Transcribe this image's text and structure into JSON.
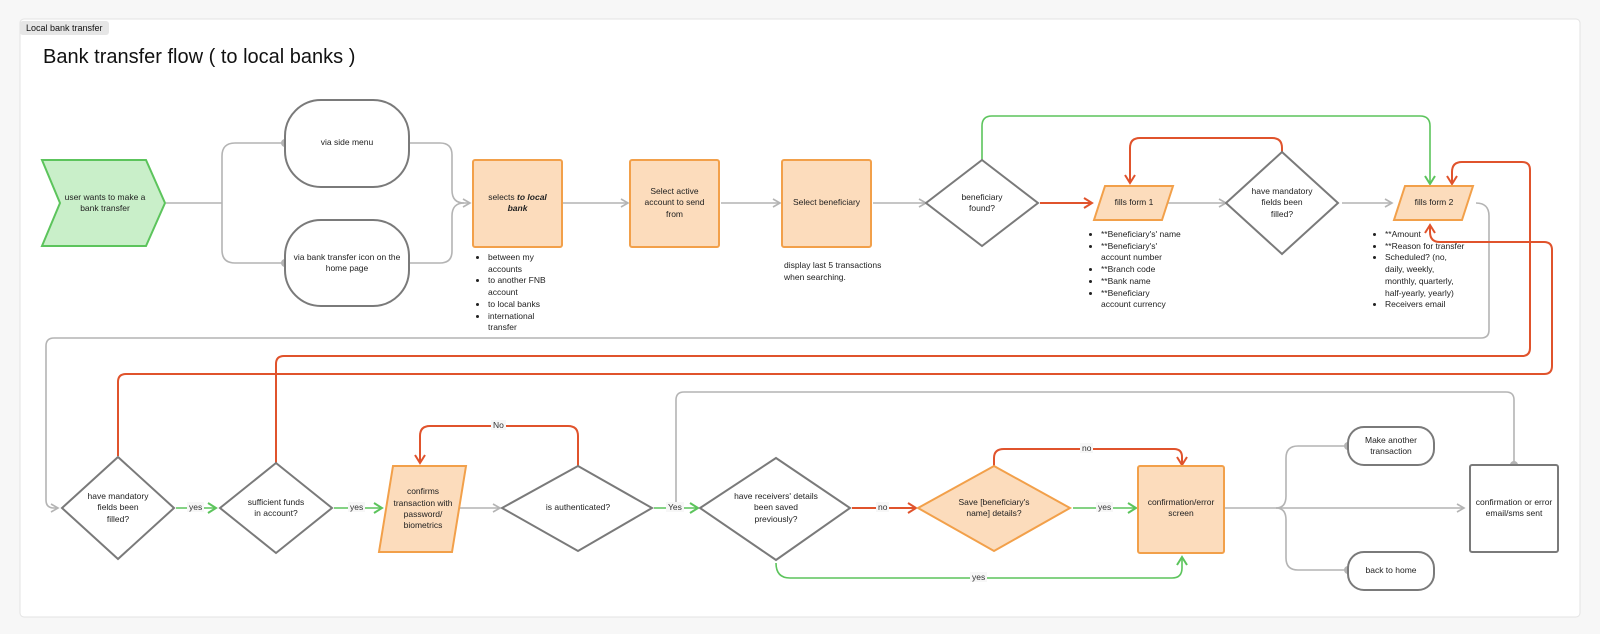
{
  "frame": {
    "tag": "Local bank transfer",
    "title": "Bank transfer flow ( to local banks )"
  },
  "colors": {
    "start_fill": "#c9efc9",
    "start_stroke": "#5cc45c",
    "step_fill": "#fcdcbc",
    "step_stroke": "#f2a04a",
    "neutral_stroke": "#7a7a7a",
    "edge_grey": "#b4b4b4",
    "edge_green": "#5cc45c",
    "edge_red": "#e0532c"
  },
  "nodes": {
    "start": "user wants to make a bank transfer",
    "via_side_menu": "via side menu",
    "via_icon": "via bank transfer icon on the home page",
    "selects_prefix": "selects ",
    "selects_em": "to local bank",
    "select_account": "Select active account to send from",
    "select_beneficiary": "Select beneficiary",
    "beneficiary_found": "beneficiary found?",
    "fills_form_1": "fills form 1",
    "mandatory_top": "have mandatory fields been filled?",
    "fills_form_2": "fills form 2",
    "mandatory_bottom": "have mandatory fields been filled?",
    "sufficient_funds": "sufficient funds in account?",
    "confirms": "confirms transaction with password/ biometrics",
    "authenticated": "is authenticated?",
    "saved_previously": "have receivers' details been saved previously?",
    "save_details": "Save [beneficiary's name] details?",
    "confirmation_screen": "confirmation/error screen",
    "make_another": "Make another transaction",
    "back_home": "back to home",
    "email_sms": "confirmation or error email/sms sent"
  },
  "notes": {
    "selects_list": [
      "between my accounts",
      "to another FNB account",
      "to local banks",
      "international transfer"
    ],
    "beneficiary_note": "display last 5 transactions when searching.",
    "form1_list": [
      "**Beneficiary's' name",
      "**Beneficiary's' account number",
      "**Branch code",
      "**Bank name",
      "**Beneficiary account currency"
    ],
    "form2_list": [
      "**Amount",
      "**Reason for transfer",
      "Scheduled? (no, daily, weekly, monthly, quarterly, half-yearly, yearly)",
      "Receivers email"
    ]
  },
  "edge_labels": {
    "no_top": "No",
    "yes_1": "yes",
    "yes_2": "yes",
    "yes_auth": "Yes",
    "no_saved": "no",
    "no_save_details": "no",
    "yes_save": "yes",
    "yes_bottom": "yes"
  }
}
